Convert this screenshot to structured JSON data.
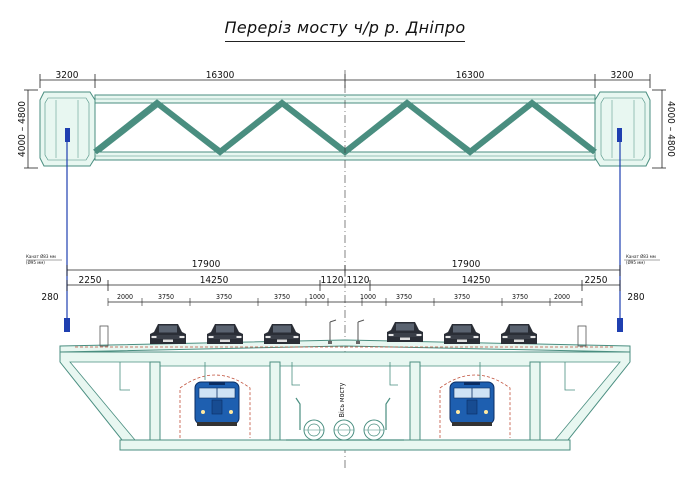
{
  "title": "Переріз мосту ч/р р. Дніпро",
  "truss_dims": {
    "end_left": "3200",
    "span_left": "16300",
    "span_right": "16300",
    "end_right": "3200"
  },
  "tower_height": "4000 – 4800",
  "cable_note_left": {
    "l1": "Канат Ø83 мм",
    "l2": "(Ø95 мм)"
  },
  "cable_note_right": {
    "l1": "Канат Ø83 мм",
    "l2": "(Ø95 мм)"
  },
  "deck_dims": {
    "half_left": "17900",
    "half_right": "17900",
    "side_left": "2250",
    "side_right": "2250",
    "carriage_left": "14250",
    "carriage_right": "14250",
    "median_left": "1120",
    "median_right": "1120",
    "edge_left": "280",
    "edge_right": "280"
  },
  "lane_dims_left": [
    "2000",
    "3750",
    "3750",
    "3750",
    "1000"
  ],
  "lane_dims_right": [
    "1000",
    "3750",
    "3750",
    "3750",
    "2000"
  ],
  "axis_label": "Вісь мосту",
  "colors": {
    "structure": "#4a8e80",
    "fill": "#e8f7f1",
    "train": "#1e5fb0",
    "cable": "#1f3fb0"
  }
}
